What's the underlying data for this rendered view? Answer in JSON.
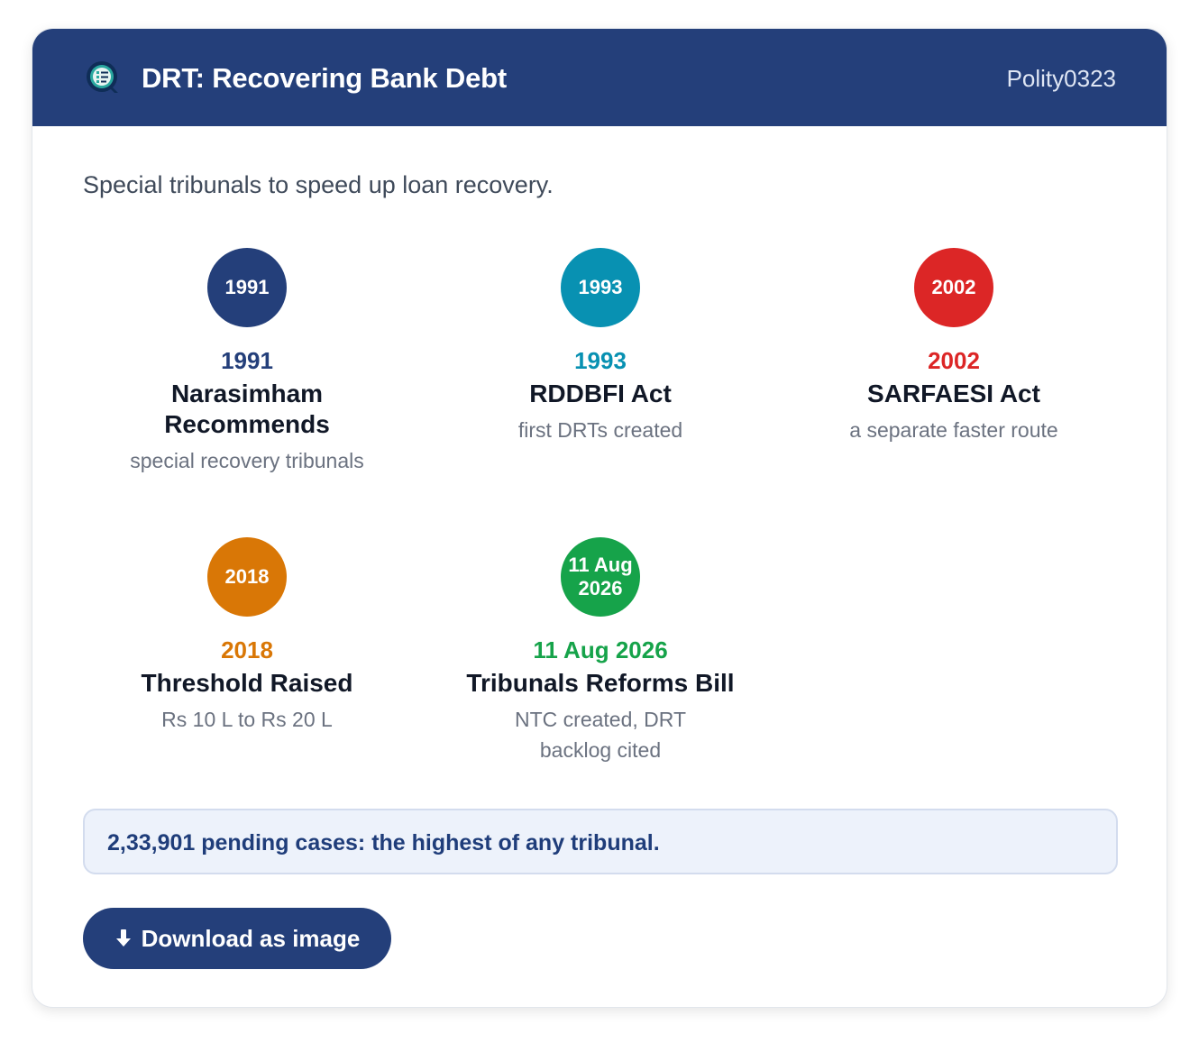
{
  "header": {
    "title": "DRT: Recovering Bank Debt",
    "tag": "Polity0323"
  },
  "subtitle": "Special tribunals to speed up loan recovery.",
  "events": [
    {
      "badge": "1991",
      "year": "1991",
      "name": "Narasimham Recommends",
      "desc": "special recovery tribunals",
      "color": "#243f7a"
    },
    {
      "badge": "1993",
      "year": "1993",
      "name": "RDDBFI Act",
      "desc": "first DRTs created",
      "color": "#0891b2"
    },
    {
      "badge": "2002",
      "year": "2002",
      "name": "SARFAESI Act",
      "desc": "a separate faster route",
      "color": "#dc2626"
    },
    {
      "badge": "2018",
      "year": "2018",
      "name": "Threshold Raised",
      "desc": "Rs 10 L to Rs 20 L",
      "color": "#d97706"
    },
    {
      "badge": "11 Aug 2026",
      "year": "11 Aug 2026",
      "name": "Tribunals Reforms Bill",
      "desc": "NTC created, DRT backlog cited",
      "color": "#16a34a"
    }
  ],
  "note": "2,33,901 pending cases: the highest of any tribunal.",
  "download": {
    "icon": "download-arrow-icon",
    "label": "Download as image"
  }
}
